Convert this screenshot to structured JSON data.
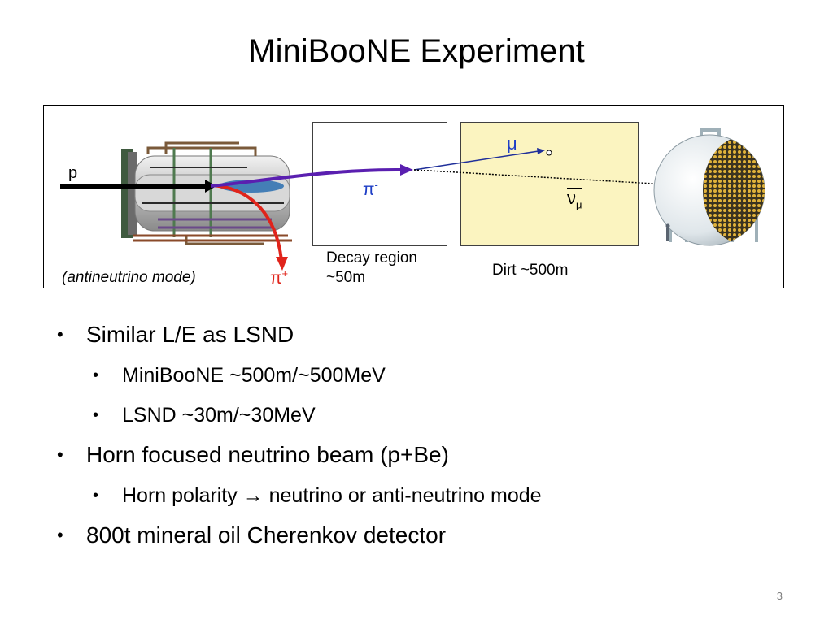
{
  "slide": {
    "title": "MiniBooNE Experiment",
    "page_number": "3"
  },
  "diagram": {
    "proton_label": "p",
    "mode_label": "(antineutrino mode)",
    "pi_plus_base": "π",
    "pi_plus_sup": "+",
    "pi_minus_base": "π",
    "pi_minus_sup": "-",
    "muon_label": "μ",
    "neutrino_base": "ν",
    "neutrino_sub": "μ",
    "decay_region_line1": "Decay region",
    "decay_region_line2": "~50m",
    "dirt_label": "Dirt ~500m",
    "colors": {
      "pi_plus": "#e0241b",
      "pi_minus_track": "#5a1fb0",
      "muon_track": "#1f2f9a",
      "dirt_fill": "#fbf4c0"
    }
  },
  "bullets": [
    {
      "level": 1,
      "text": "Similar L/E as LSND"
    },
    {
      "level": 2,
      "text": "MiniBooNE ~500m/~500MeV"
    },
    {
      "level": 2,
      "text": "LSND ~30m/~30MeV"
    },
    {
      "level": 1,
      "text": "Horn focused neutrino beam (p+Be)"
    },
    {
      "level": 2,
      "text": "Horn polarity → neutrino or anti-neutrino mode"
    },
    {
      "level": 1,
      "text": "800t mineral oil Cherenkov detector"
    }
  ]
}
